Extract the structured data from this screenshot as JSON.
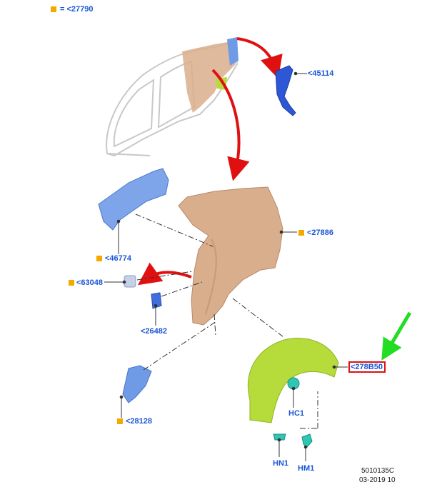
{
  "legend": {
    "text": "= <27790"
  },
  "labels": {
    "p45114": "<45114",
    "p46774": "<46774",
    "p27886": "<27886",
    "p63048": "<63048",
    "p26482": "<26482",
    "p28128": "<28128",
    "p278b50": "<278B50",
    "hc1": "HC1",
    "hn1": "HN1",
    "hm1": "HM1"
  },
  "footer": {
    "code": "5010135C",
    "date": "03-2019 10"
  },
  "colors": {
    "label": "#1a56d6",
    "legend_square": "#f5a800",
    "highlight": "#e01010",
    "red_arrow": "#e01010",
    "green_arrow": "#22dd22",
    "copper_part": "#d9ae8c",
    "blue_part": "#6f9be6",
    "green_part": "#b6dc3c",
    "teal_fastener": "#2fc6b4"
  }
}
